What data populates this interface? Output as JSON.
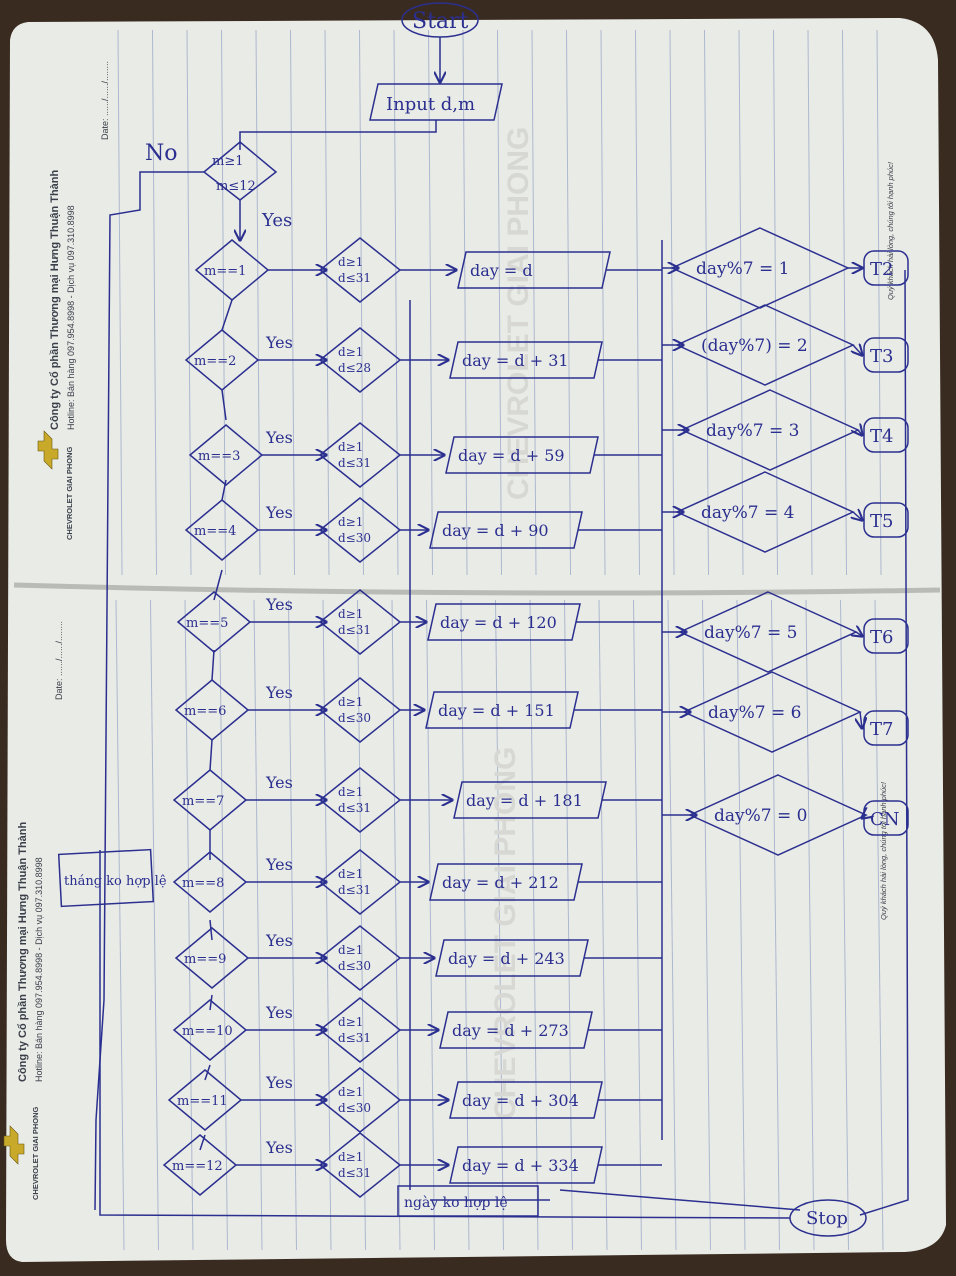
{
  "colors": {
    "paper": "#e9ebe6",
    "ink": "#2b2f8f",
    "rule": "#9aa7c8",
    "print": "#3a3f4a",
    "background": "#3a2b20"
  },
  "top_page": {
    "company": "Công ty Cổ phần Thương mại Hưng Thuận Thành",
    "hotline": "Hotline: Bán hàng 097.954.8998 - Dịch vụ 097.310.8998",
    "logo_text": "CHEVROLET GIAI PHONG",
    "date_label": "Date: ....../....../........",
    "watermark": "CHEVROLET GIAI PHONG",
    "side_note": "Quý khách hài lòng, chúng tôi hạnh phúc!"
  },
  "bottom_page": {
    "company": "Công ty Cổ phần Thương mại Hưng Thuận Thành",
    "hotline": "Hotline: Bán hàng 097.954.8998 - Dịch vụ 097.310.8998",
    "logo_text": "CHEVROLET GIAI PHONG",
    "date_label": "Date: ....../....../........",
    "watermark": "CHEVROLET GIAI PHONG",
    "side_note": "Quý khách hài lòng, chúng tôi hạnh phúc!"
  },
  "flowchart": {
    "start": "Start",
    "input": "Input d,m",
    "month_check": [
      "m≥1",
      "m≤12"
    ],
    "no_label": "No",
    "yes_first": "Yes",
    "invalid_month": "tháng ko hợp lệ",
    "invalid_date": "ngày ko hợp lệ",
    "stop": "Stop",
    "branches": [
      {
        "month": "m==1",
        "yes": "",
        "day_check": [
          "d≥1",
          "d≤31"
        ],
        "formula": "day = d"
      },
      {
        "month": "m==2",
        "yes": "Yes",
        "day_check": [
          "d≥1",
          "d≤28"
        ],
        "formula": "day = d + 31"
      },
      {
        "month": "m==3",
        "yes": "Yes",
        "day_check": [
          "d≥1",
          "d≤31"
        ],
        "formula": "day = d + 59"
      },
      {
        "month": "m==4",
        "yes": "Yes",
        "day_check": [
          "d≥1",
          "d≤30"
        ],
        "formula": "day = d + 90"
      },
      {
        "month": "m==5",
        "yes": "Yes",
        "day_check": [
          "d≥1",
          "d≤31"
        ],
        "formula": "day = d + 120"
      },
      {
        "month": "m==6",
        "yes": "Yes",
        "day_check": [
          "d≥1",
          "d≤30"
        ],
        "formula": "day = d + 151"
      },
      {
        "month": "m==7",
        "yes": "Yes",
        "day_check": [
          "d≥1",
          "d≤31"
        ],
        "formula": "day = d + 181"
      },
      {
        "month": "m==8",
        "yes": "Yes",
        "day_check": [
          "d≥1",
          "d≤31"
        ],
        "formula": "day = d + 212"
      },
      {
        "month": "m==9",
        "yes": "Yes",
        "day_check": [
          "d≥1",
          "d≤30"
        ],
        "formula": "day = d + 243"
      },
      {
        "month": "m==10",
        "yes": "Yes",
        "day_check": [
          "d≥1",
          "d≤31"
        ],
        "formula": "day = d + 273"
      },
      {
        "month": "m==11",
        "yes": "Yes",
        "day_check": [
          "d≥1",
          "d≤30"
        ],
        "formula": "day = d + 304"
      },
      {
        "month": "m==12",
        "yes": "Yes",
        "day_check": [
          "d≥1",
          "d≤31"
        ],
        "formula": "day = d + 334"
      }
    ],
    "weekday_checks": [
      {
        "cond": "day%7 = 1",
        "out": "T2"
      },
      {
        "cond": "(day%7) = 2",
        "out": "T3"
      },
      {
        "cond": "day%7 = 3",
        "out": "T4"
      },
      {
        "cond": "day%7 = 4",
        "out": "T5"
      },
      {
        "cond": "day%7 = 5",
        "out": "T6"
      },
      {
        "cond": "day%7 = 6",
        "out": "T7"
      },
      {
        "cond": "day%7 = 0",
        "out": "CN"
      }
    ]
  }
}
